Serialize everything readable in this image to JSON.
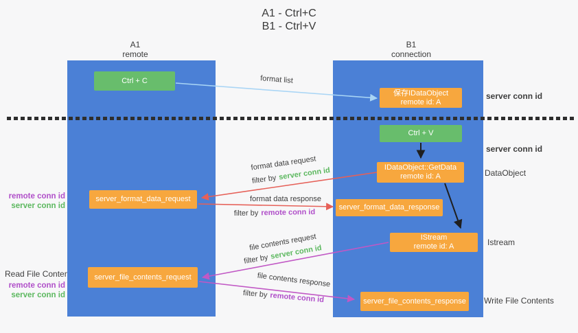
{
  "title": {
    "line1": "A1 - Ctrl+C",
    "line2": "B1 - Ctrl+V"
  },
  "lanes": {
    "a1": {
      "name": "A1",
      "subtitle": "remote"
    },
    "b1": {
      "name": "B1",
      "subtitle": "connection"
    }
  },
  "nodes": {
    "ctrl_c": {
      "label": "Ctrl + C"
    },
    "ctrl_v": {
      "label": "Ctrl + V"
    },
    "save_dataobject": {
      "line1": "保存IDataObject",
      "line2": "remote id: A"
    },
    "getdata": {
      "line1": "IDataObject::GetData",
      "line2": "remote id: A"
    },
    "istream": {
      "line1": "IStream",
      "line2": "remote id: A"
    },
    "server_format_data_request": {
      "label": "server_format_data_request"
    },
    "server_format_data_response": {
      "label": "server_format_data_response"
    },
    "server_file_contents_request": {
      "label": "server_file_contents_request"
    },
    "server_file_contents_response": {
      "label": "server_file_contents_response"
    }
  },
  "edge_labels": {
    "format_list": "format list",
    "format_data_request": "format data request",
    "format_data_response": "format data response",
    "file_contents_request": "file contents request",
    "file_contents_response": "file contents response",
    "filter_by": "filter by"
  },
  "terms": {
    "server_conn_id": "server conn id",
    "remote_conn_id": "remote conn id"
  },
  "annotations": {
    "dataobject": "DataObject",
    "istream": "Istream",
    "read_file_contents": "Read File Contents",
    "write_file_contents": "Write File Contents"
  },
  "colors": {
    "lane_blue": "#4b80d6",
    "box_orange": "#f7a73e",
    "box_green": "#68bd6c",
    "arrow_red": "#e66058",
    "arrow_magenta": "#c158c5",
    "arrow_lightblue": "#a9d5f5",
    "arrow_black": "#1f1f1f",
    "text_green": "#5cb85f",
    "text_purple": "#b04fc9",
    "divider_black": "#2e2e2e"
  }
}
